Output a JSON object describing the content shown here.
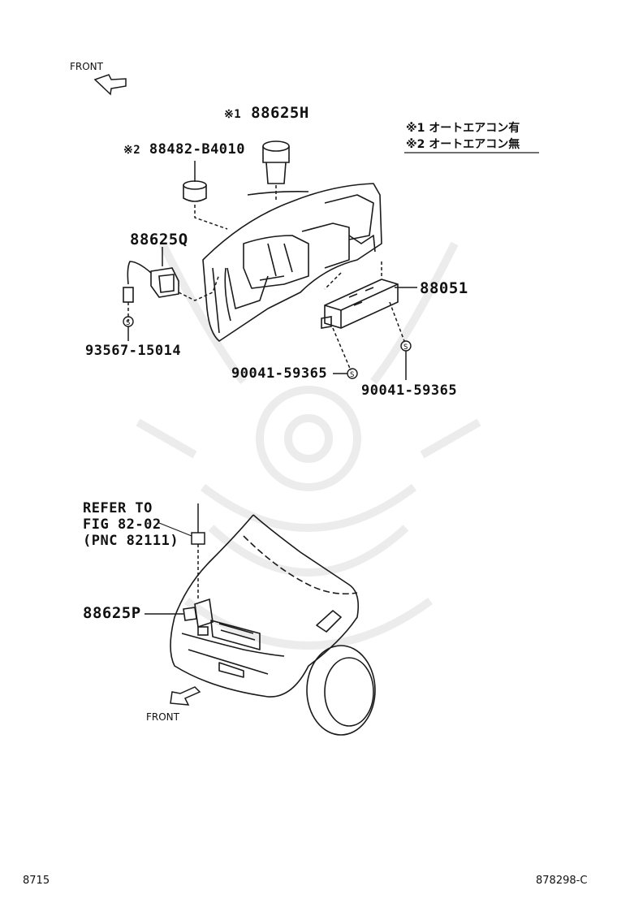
{
  "parts": {
    "p1": "88625H",
    "p2": "88482-B4010",
    "p3": "88625Q",
    "p4": "88051",
    "p5": "93567-15014",
    "p6": "90041-59365",
    "p7": "90041-59365",
    "p8": "88625P"
  },
  "marks": {
    "note1": "※1",
    "note2": "※2"
  },
  "legend": {
    "line1": "※1 オートエアコン有",
    "line2": "※2 オートエアコン無"
  },
  "refer": {
    "line1": "REFER TO",
    "line2": "FIG 82-02",
    "line3": "(PNC 82111)"
  },
  "arrows": {
    "front_top": "FRONT",
    "front_bottom": "FRONT"
  },
  "footer": {
    "left": "8715",
    "right": "878298-C"
  },
  "colors": {
    "line": "#1a1a1a",
    "watermark": "#ececec"
  }
}
